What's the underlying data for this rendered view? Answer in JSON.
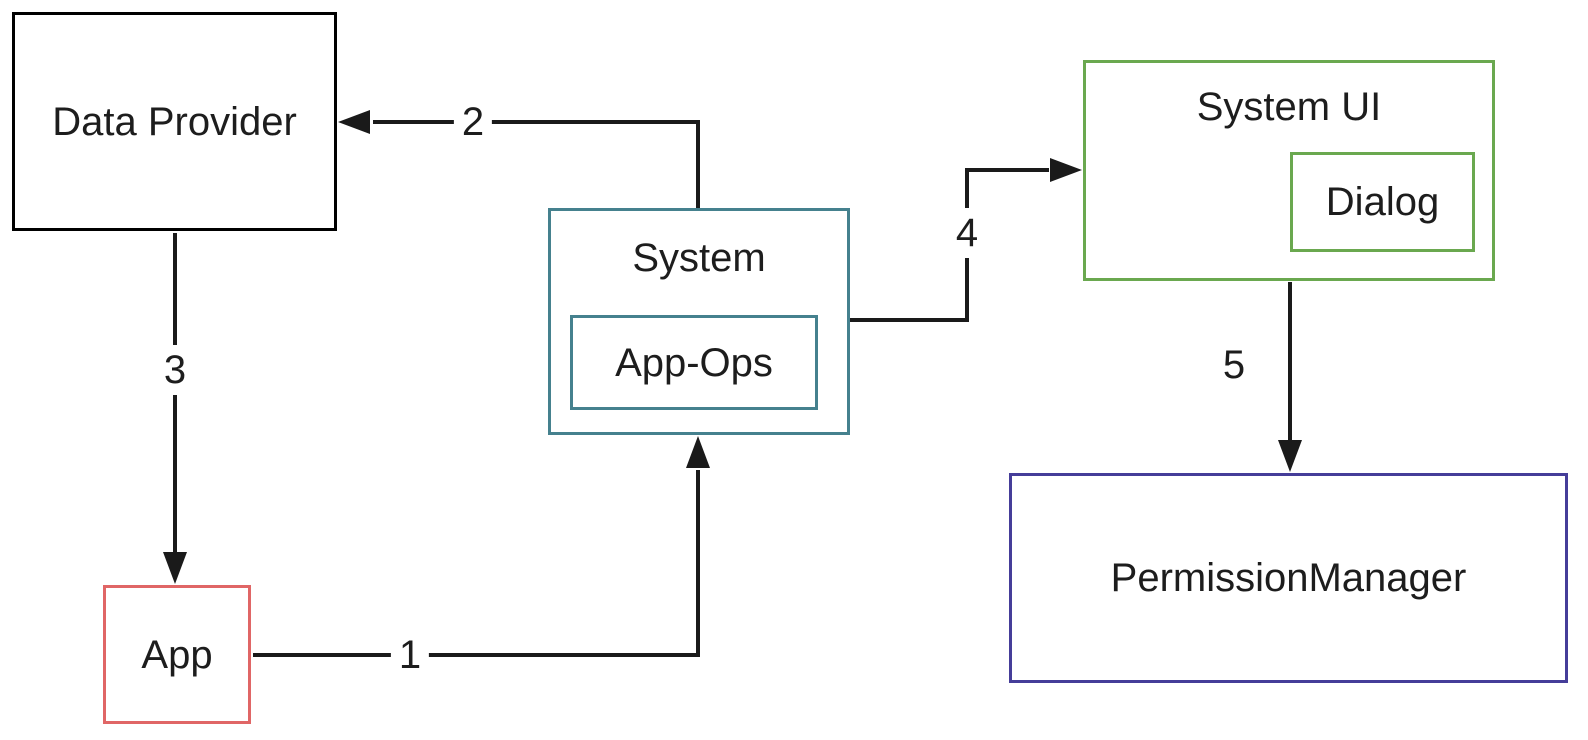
{
  "diagram": {
    "nodes": {
      "data_provider": {
        "label": "Data Provider",
        "border_color": "#000000"
      },
      "system": {
        "label": "System",
        "border_color": "#45818e"
      },
      "app_ops": {
        "label": "App-Ops",
        "border_color": "#45818e"
      },
      "system_ui": {
        "label": "System UI",
        "border_color": "#6aa84f"
      },
      "dialog": {
        "label": "Dialog",
        "border_color": "#6aa84f"
      },
      "permission_manager": {
        "label": "PermissionManager",
        "border_color": "#453d99"
      },
      "app": {
        "label": "App",
        "border_color": "#e06666"
      }
    },
    "edges": [
      {
        "label": "1",
        "from": "app",
        "to": "system"
      },
      {
        "label": "2",
        "from": "system",
        "to": "data_provider"
      },
      {
        "label": "3",
        "from": "data_provider",
        "to": "app"
      },
      {
        "label": "4",
        "from": "system",
        "to": "system_ui"
      },
      {
        "label": "5",
        "from": "system_ui",
        "to": "permission_manager"
      }
    ],
    "colors": {
      "line": "#1a1a1a",
      "background": "#ffffff"
    }
  }
}
